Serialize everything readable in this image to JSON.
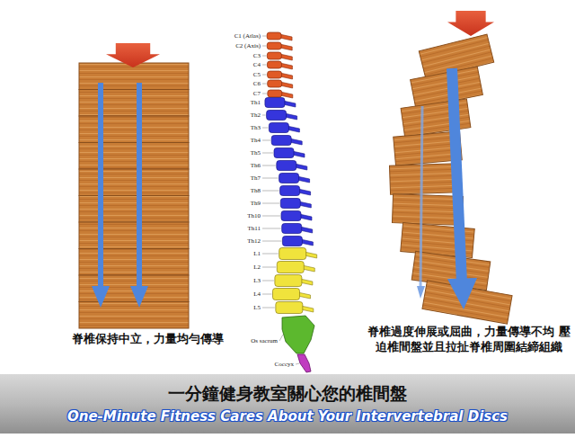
{
  "diagram": {
    "title": "一分鐘健身教室關心您的椎間盤",
    "caption": "One-Minute Fitness Cares About Your Intervertebral Discs",
    "labels": [
      "脊椎保持中立，力量均勻傳導",
      "C1 (Atlas)",
      "C2 (Axis)",
      "C3",
      "C4",
      "C5",
      "C6",
      "C7",
      "Th1",
      "Th2",
      "Th3",
      "Th4",
      "Th5",
      "Th6",
      "Th7",
      "Th8",
      "Th9",
      "Th10",
      "Th11",
      "Th12",
      "L1",
      "L2",
      "L3",
      "L4",
      "L5",
      "Os sacrum",
      "Coccyx",
      "脊椎過度伸展或屈曲，力量傳導不均 壓迫椎間盤並且拉扯脊椎周圍結締組織"
    ]
  }
}
